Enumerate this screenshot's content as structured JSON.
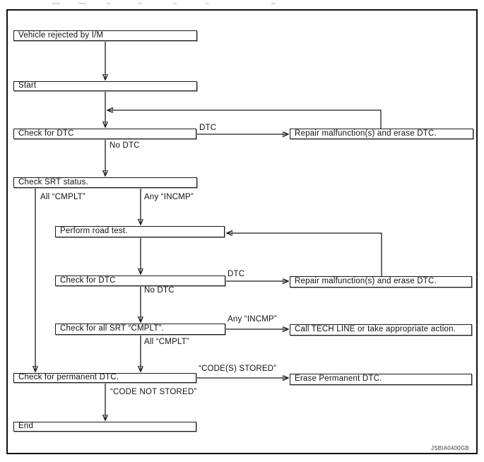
{
  "figure_code": "JSBIA0400GB",
  "colors": {
    "line": "#1a1a1a",
    "box_border": "#1a1a1a",
    "background": "#ffffff",
    "frame_border": "#111111"
  },
  "nodes": {
    "vehicle_rejected": "Vehicle rejected by I/M",
    "start": "Start",
    "check_dtc_1": "Check for DTC",
    "repair_dtc_1": "Repair malfunction(s) and erase DTC.",
    "check_srt": "Check SRT status.",
    "perform_road_test": "Perform road test.",
    "check_dtc_2": "Check for DTC",
    "repair_dtc_2": "Repair malfunction(s) and erase DTC.",
    "check_all_srt": "Check for all SRT “CMPLT”.",
    "call_tech_line": "Call TECH LINE or take appropriate action.",
    "check_permanent_dtc": "Check for permanent DTC.",
    "erase_permanent_dtc": "Erase Permanent DTC.",
    "end": "End"
  },
  "edge_labels": {
    "dtc_1": "DTC",
    "no_dtc_1": "No DTC",
    "all_cmplt_1": "All “CMPLT”",
    "any_incmp_1": "Any “INCMP”",
    "dtc_2": "DTC",
    "no_dtc_2": "No DTC",
    "any_incmp_2": "Any “INCMP”",
    "all_cmplt_2": "All “CMPLT”",
    "codes_stored": "“CODE(S) STORED”",
    "code_not_stored": "“CODE NOT STORED”"
  }
}
